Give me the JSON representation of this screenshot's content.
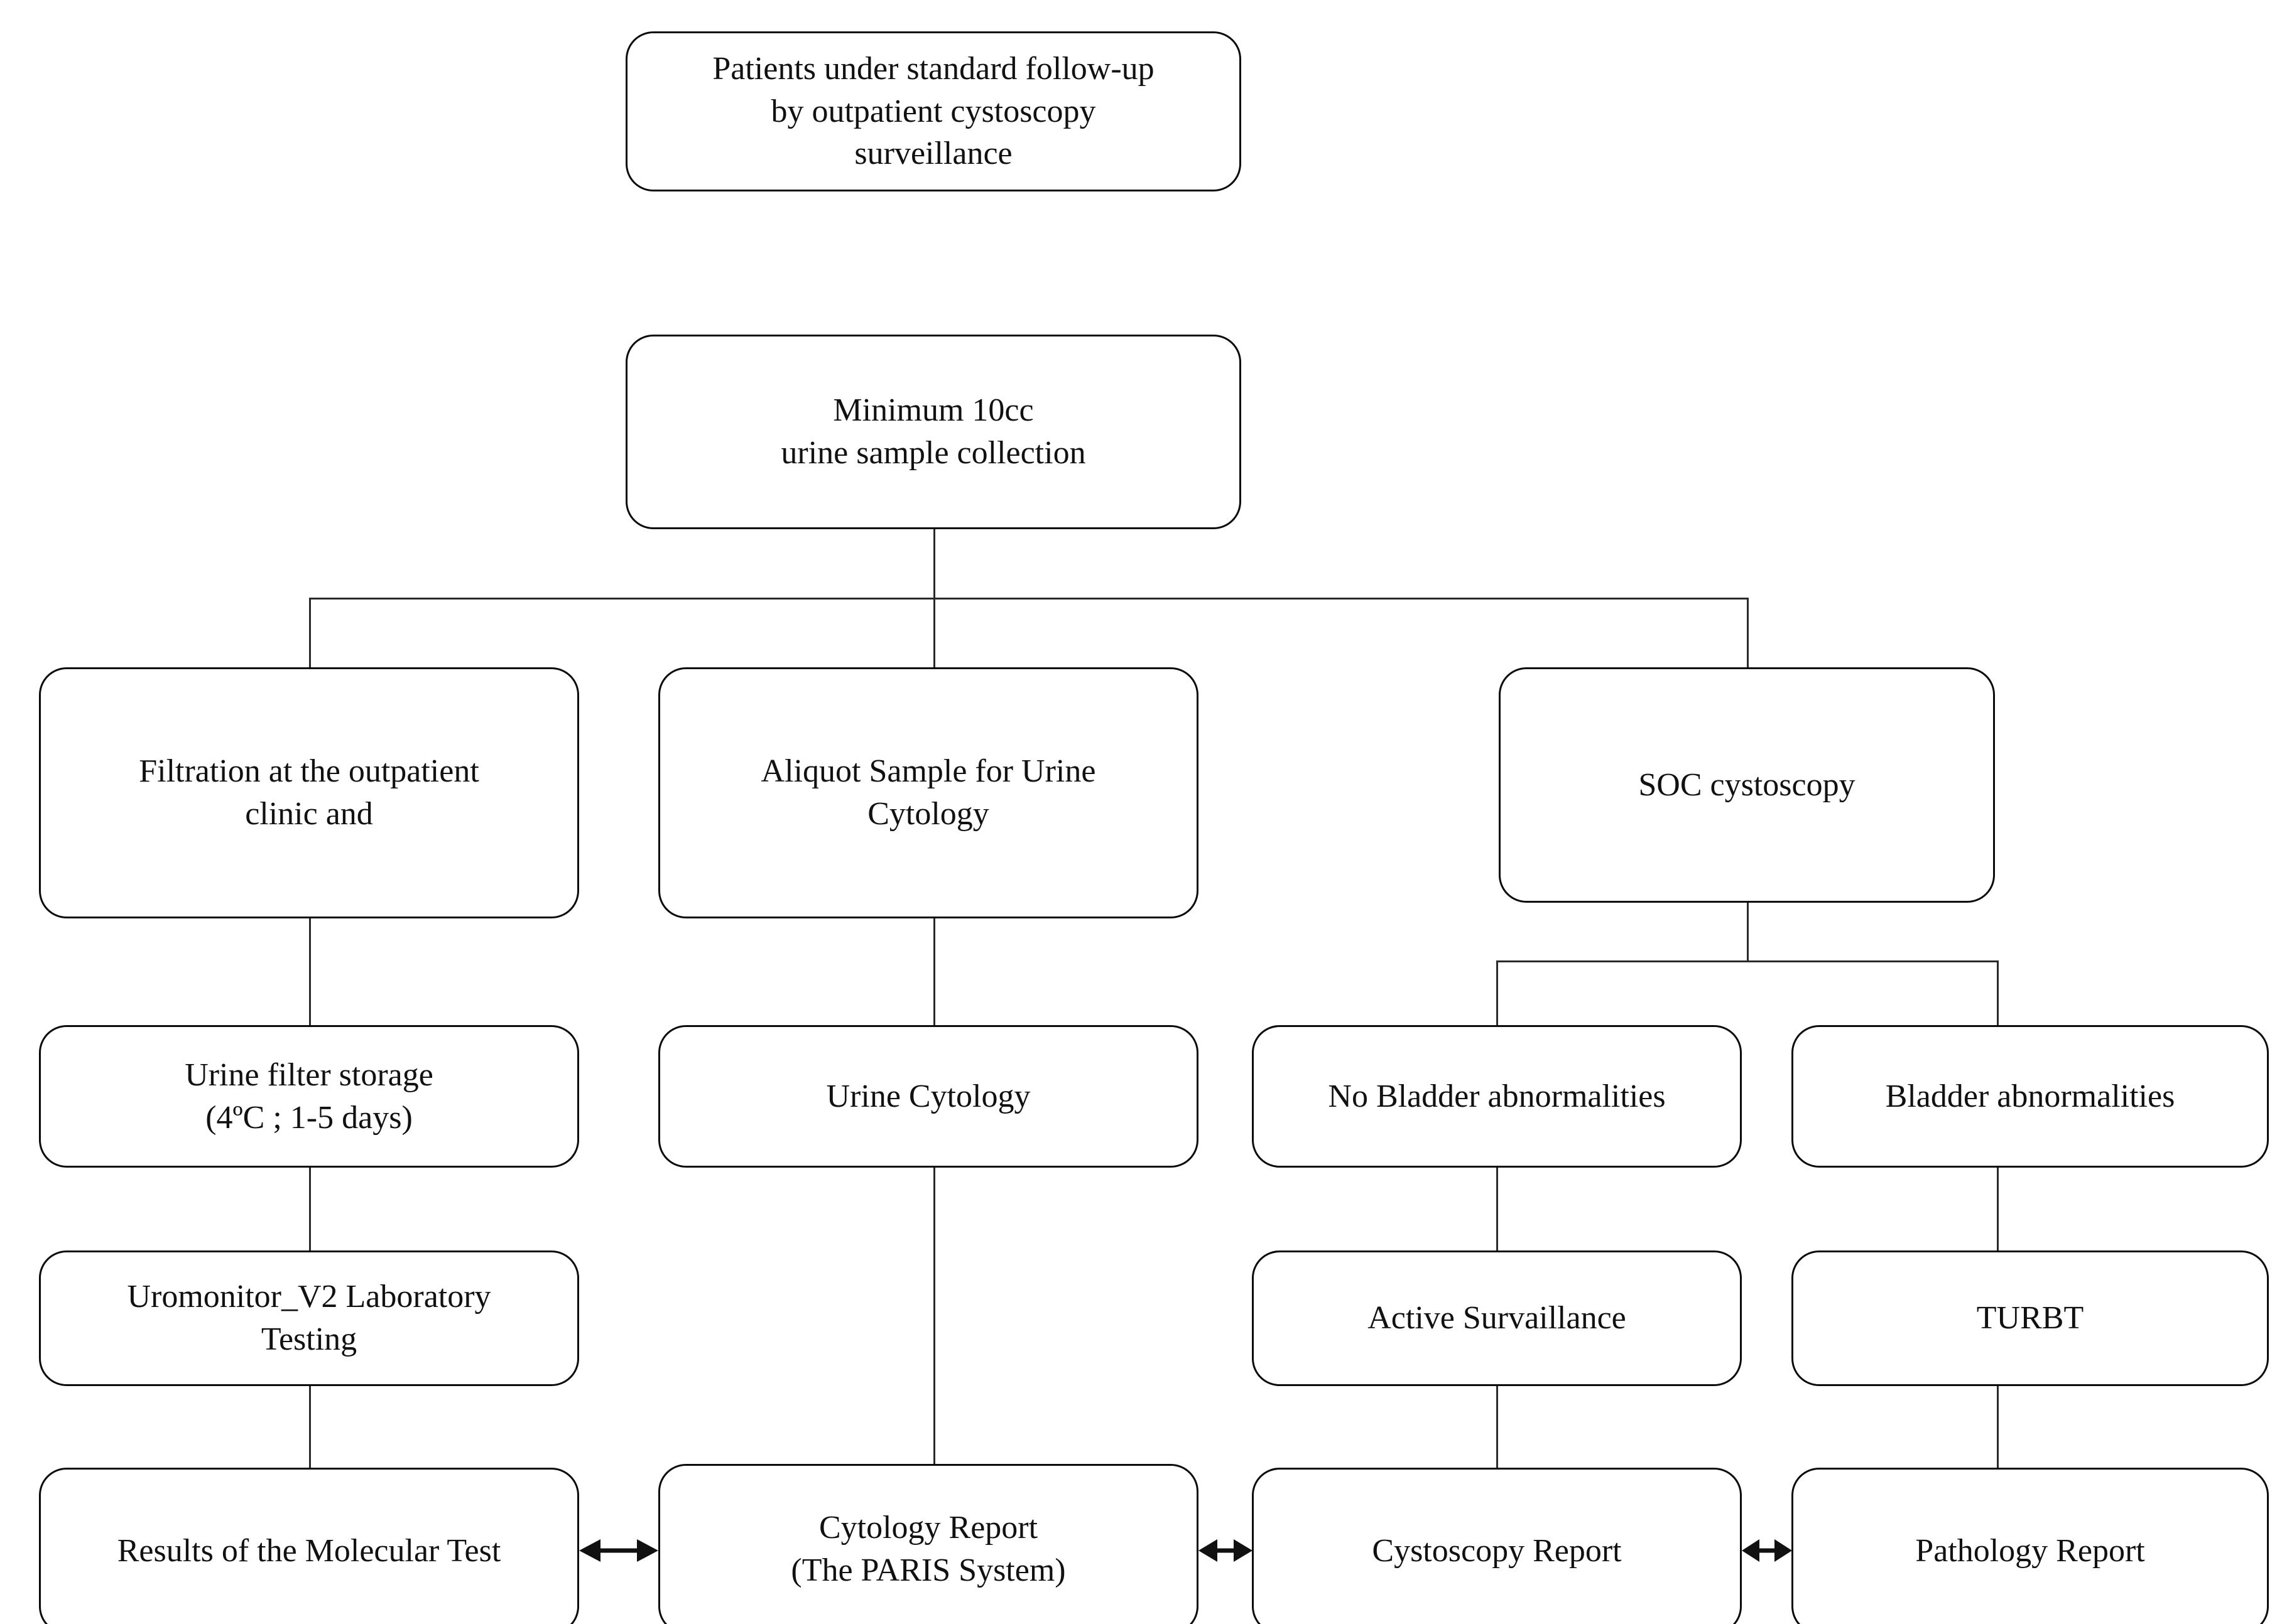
{
  "diagram": {
    "title": "Urine sample diagnostic workflow flowchart",
    "line_color": "#2a2a2a",
    "box_border_color": "#0a0a0a",
    "background_color": "#ffffff",
    "nodes": {
      "patients_followup": "Patients under standard follow-up\nby outpatient cystoscopy\nsurveillance",
      "urine_collection": "Minimum 10cc\nurine sample collection",
      "filtration": "Filtration at the outpatient\nclinic and",
      "aliquot_cytology": "Aliquot Sample for Urine\nCytology",
      "soc_cystoscopy": "SOC cystoscopy",
      "filter_storage": "Urine filter storage\n(4ºC ; 1-5 days)",
      "urine_cytology": "Urine Cytology",
      "no_bladder_abnormalities": "No Bladder abnormalities",
      "bladder_abnormalities": "Bladder abnormalities",
      "uromonitor_testing": "Uromonitor_V2 Laboratory\nTesting",
      "active_surveillance": "Active Survaillance",
      "turbt": "TURBT",
      "molecular_results": "Results of the Molecular Test",
      "cytology_report": "Cytology Report\n(The PARIS System)",
      "cystoscopy_report": "Cystoscopy Report",
      "pathology_report": "Pathology Report"
    },
    "arrows": {
      "molecular_to_cytology": "double-headed-arrow",
      "cytology_to_cystoscopy": "double-headed-arrow",
      "cystoscopy_to_pathology": "double-headed-arrow"
    }
  }
}
